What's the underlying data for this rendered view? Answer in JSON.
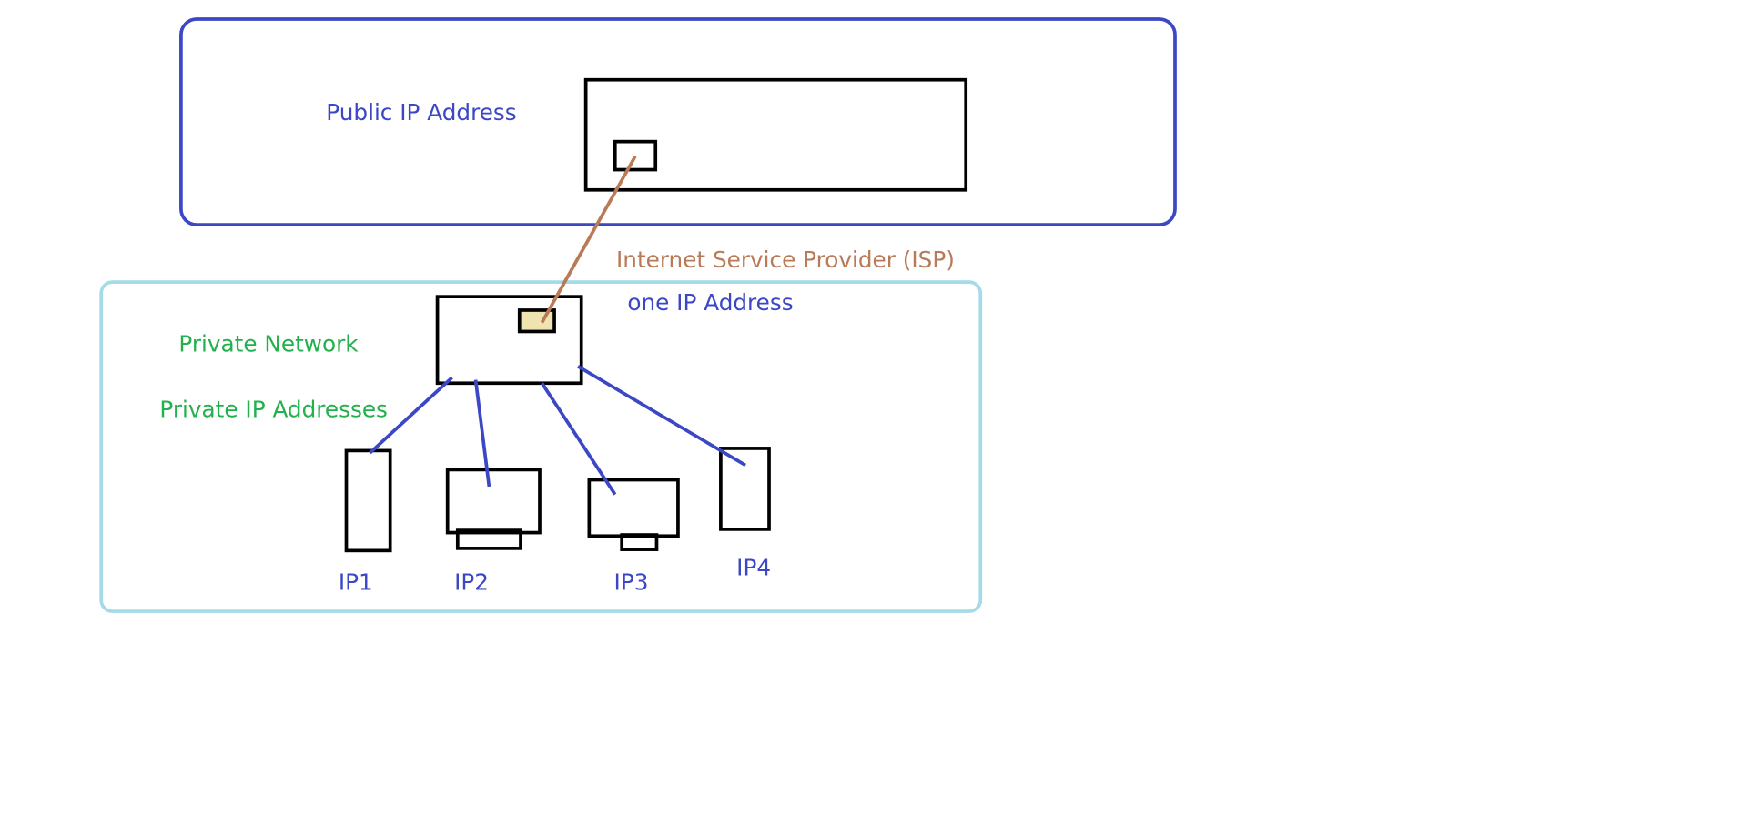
{
  "labels": {
    "public_ip": "Public IP Address",
    "isp": "Internet Service Provider (ISP)",
    "one_ip": "one IP Address",
    "private_network": "Private Network",
    "private_ips": "Private IP Addresses",
    "ip1": "IP1",
    "ip2": "IP2",
    "ip3": "IP3",
    "ip4": "IP4"
  },
  "colors": {
    "public_frame": "#3b47c4",
    "private_frame": "#a4dbe8",
    "blue_text": "#3b47c4",
    "green_text": "#22b14c",
    "isp_link": "#b97a57",
    "port_fill": "#efe4b0",
    "device_outline": "#000000"
  }
}
